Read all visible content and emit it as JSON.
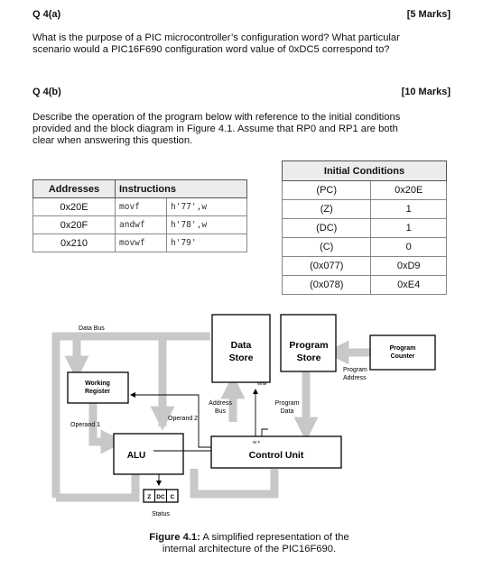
{
  "q4a": {
    "heading": "Q 4(a)",
    "marks": "[5 Marks]",
    "text_line1": "What is the purpose of a PIC microcontroller’s configuration word? What particular",
    "text_line2": "scenario would a PIC16F690 configuration word value of 0xDC5 correspond to?"
  },
  "q4b": {
    "heading": "Q 4(b)",
    "marks": "[10 Marks]",
    "text_line1": "Describe the operation of the program below with reference to the initial conditions",
    "text_line2": "provided and the block diagram in Figure 4.1. Assume that RP0 and RP1 are both",
    "text_line3": "clear when answering this question."
  },
  "program_table": {
    "headers": [
      "Addresses",
      "Instructions"
    ],
    "rows": [
      {
        "address": "0x20E",
        "opcode": "movf",
        "operand": "h'77',w"
      },
      {
        "address": "0x20F",
        "opcode": "andwf",
        "operand": "h'78',w"
      },
      {
        "address": "0x210",
        "opcode": "movwf",
        "operand": "h'79'"
      }
    ]
  },
  "conditions_table": {
    "title": "Initial Conditions",
    "rows": [
      {
        "name": "(PC)",
        "value": "0x20E"
      },
      {
        "name": "(Z)",
        "value": "1"
      },
      {
        "name": "(DC)",
        "value": "1"
      },
      {
        "name": "(C)",
        "value": "0"
      },
      {
        "name": "(0x077)",
        "value": "0xD9"
      },
      {
        "name": "(0x078)",
        "value": "0xE4"
      }
    ]
  },
  "diagram": {
    "data_bus": "Data Bus",
    "working_register_1": "Working",
    "working_register_2": "Register",
    "operand1": "Operand 1",
    "operand2": "Operand 2",
    "alu": "ALU",
    "data_store_1": "Data",
    "data_store_2": "Store",
    "program_store_1": "Program",
    "program_store_2": "Store",
    "program_counter_1": "Program",
    "program_counter_2": "Counter",
    "program_address_1": "Program",
    "program_address_2": "Address",
    "address_bus_1": "Address",
    "address_bus_2": "Bus",
    "program_data_1": "Program",
    "program_data_2": "Data",
    "write": "Write",
    "wf": "W  F",
    "control_unit": "Control Unit",
    "flag_z": "Z",
    "flag_dc": "DC",
    "flag_c": "C",
    "status": "Status"
  },
  "figure_caption": {
    "label": "Figure 4.1:",
    "text_line1": " A simplified representation of the",
    "text_line2": "internal architecture of the PIC16F690."
  },
  "colors": {
    "arrow": "#c8c8c8",
    "text": "#111111",
    "box_border": "#000000",
    "header_bg": "#ececec"
  }
}
